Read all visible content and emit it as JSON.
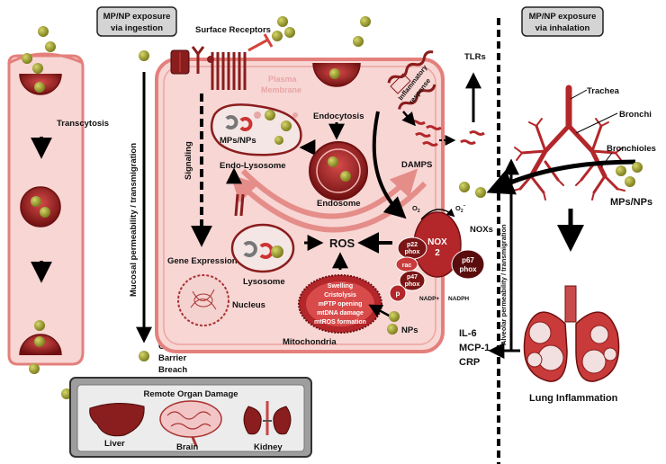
{
  "ingestion_box": {
    "line1": "MP/NP exposure",
    "line2": "via ingestion"
  },
  "inhalation_box": {
    "line1": "MP/NP exposure",
    "line2": "via inhalation"
  },
  "labels": {
    "surface_receptors": "Surface Receptors",
    "plasma": "Plasma",
    "membrane": "Membrane",
    "transcytosis": "Transcytosis",
    "mucosal": "Mucosal permeability / transmigration",
    "endocytosis": "Endocytosis",
    "mps_nps_inside": "MPs/NPs",
    "endo_lysosome": "Endo-Lysosome",
    "signaling": "Signaling",
    "endosome": "Endosome",
    "gene_expression": "Gene Expression",
    "lysosome": "Lysosome",
    "ros": "ROS",
    "nucleus": "Nucleus",
    "mitochondria": "Mitochondria",
    "mito_1": "Swelling",
    "mito_2": "Cristolysis",
    "mito_3": "mPTP opening",
    "mito_4": "mtDNA damage",
    "mito_5": "mtROS formation",
    "nps": "NPs",
    "gut_1": "GUT",
    "gut_2": "Barrier",
    "gut_3": "Breach",
    "inflammatory_1": "Inflammatory",
    "inflammatory_2": "response",
    "tlrs": "TLRs",
    "damps": "DAMPS",
    "o2": "O",
    "o2_sub": "2",
    "o2m": "O",
    "o2m_sub": "2",
    "o2m_sup": "−",
    "noxs": "NOXs",
    "nox": "NOX",
    "nox_num": "2",
    "p22": "p22",
    "phox1": "phox",
    "rac": "rac",
    "p47": "p47",
    "phox2": "phox",
    "p67": "p67",
    "phox3": "phox",
    "p": "p",
    "nadp": "NADP+",
    "nadph": "NADPH",
    "alveolar": "Alveolar permeability / transmigration",
    "trachea": "Trachea",
    "bronchi": "Bronchi",
    "bronchioles": "Bronchioles",
    "mps_nps_out": "MPs/NPs",
    "il6": "IL-6",
    "mcp1": "MCP-1",
    "crp": "CRP",
    "lung_inflammation": "Lung Inflammation"
  },
  "remote_box": {
    "title": "Remote Organ Damage",
    "liver": "Liver",
    "brain": "Brain",
    "kidney": "Kidney"
  },
  "colors": {
    "particle": "#9a9a2a",
    "cell_fill": "#f7d6d4",
    "cell_stroke": "#e4807c",
    "dark_red": "#8a1d1d",
    "nox_red": "#b3262a"
  }
}
